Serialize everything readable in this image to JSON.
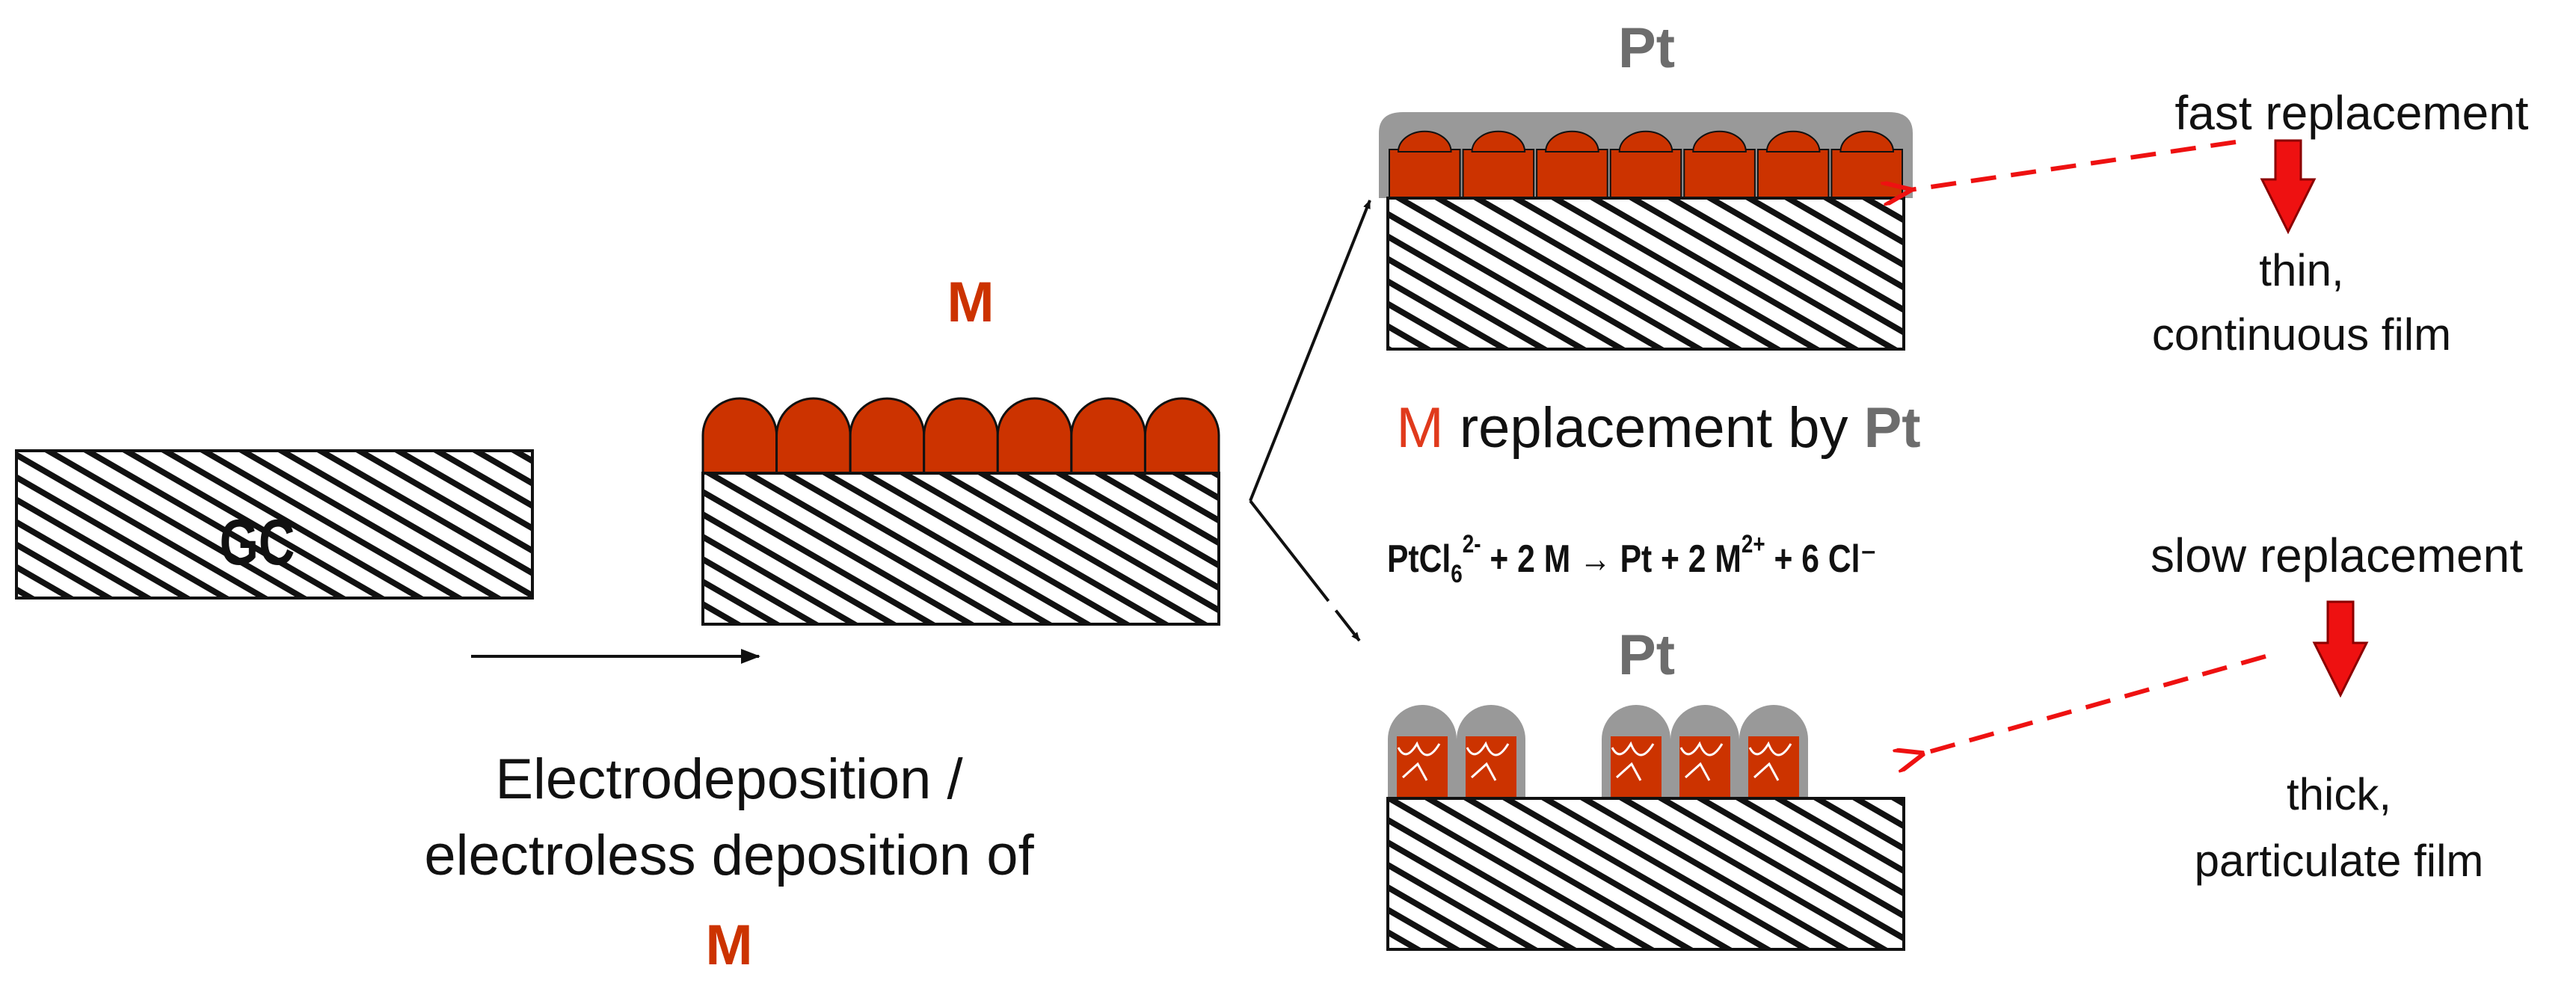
{
  "substrate_label": "GC",
  "deposition": {
    "metal_label": "M",
    "caption_line1": "Electrodeposition /",
    "caption_line2": "electroless deposition of",
    "caption_metal": "M"
  },
  "replacement": {
    "metal": "M",
    "text": " replacement by ",
    "pt": "Pt"
  },
  "equation": {
    "ptcl": "PtCl",
    "sub6": "6",
    "sup2minus": "2-",
    "mid": " + 2 M → Pt + 2 M",
    "sup2plus": "2+",
    "end": " + 6 Cl⁻"
  },
  "top_case": {
    "pt_label": "Pt",
    "rate": "fast replacement",
    "result_line1": "thin,",
    "result_line2": "continuous film"
  },
  "bottom_case": {
    "pt_label": "Pt",
    "rate": "slow replacement",
    "result_line1": "thick,",
    "result_line2": "particulate film"
  },
  "colors": {
    "metal": "#cc3300",
    "metal_text": "#e03a1c",
    "platinum": "#999999",
    "pt_text": "#6d6d6d",
    "arrow_red": "#ee1111",
    "hatch": "#111111"
  }
}
